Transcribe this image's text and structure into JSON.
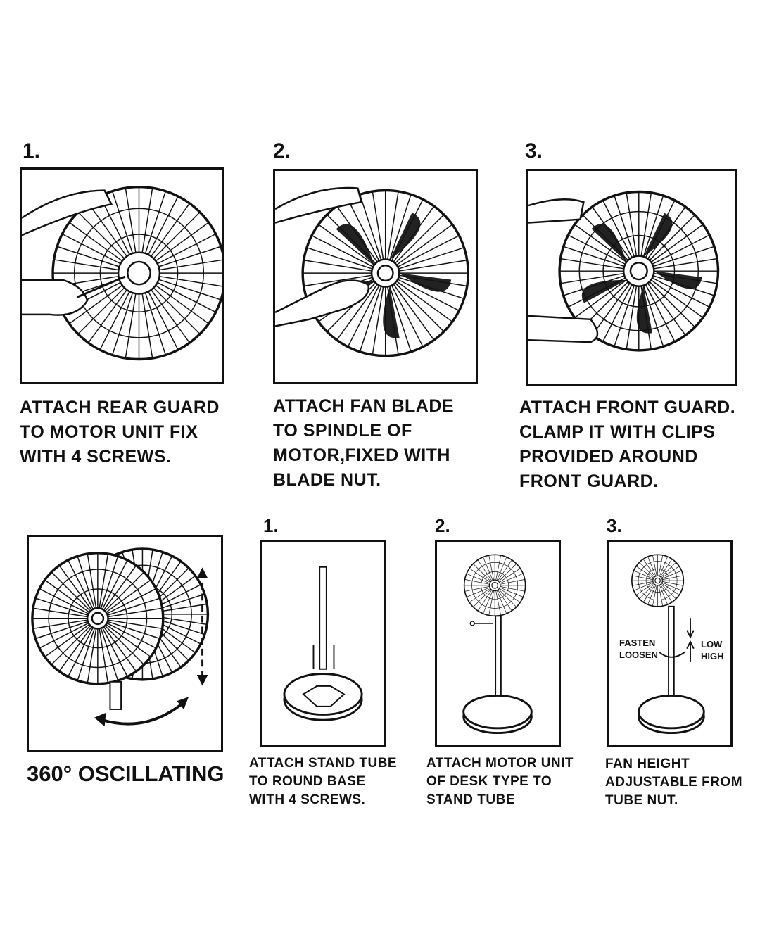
{
  "top_steps": [
    {
      "number": "1.",
      "caption": [
        "ATTACH REAR GUARD",
        "TO MOTOR UNIT FIX",
        "WITH 4 SCREWS."
      ]
    },
    {
      "number": "2.",
      "caption": [
        "ATTACH FAN BLADE",
        "TO SPINDLE OF",
        "MOTOR,FIXED WITH",
        "BLADE NUT."
      ]
    },
    {
      "number": "3.",
      "caption": [
        "ATTACH FRONT GUARD.",
        "CLAMP IT WITH CLIPS",
        "PROVIDED AROUND",
        "FRONT GUARD."
      ]
    }
  ],
  "oscillating": {
    "label": "360° OSCILLATING"
  },
  "bottom_steps": [
    {
      "number": "1.",
      "caption": [
        "ATTACH STAND TUBE",
        "TO ROUND BASE",
        "WITH 4 SCREWS."
      ]
    },
    {
      "number": "2.",
      "caption": [
        "ATTACH MOTOR UNIT",
        "OF DESK TYPE TO",
        "STAND TUBE"
      ]
    },
    {
      "number": "3.",
      "caption": [
        "FAN HEIGHT",
        "ADJUSTABLE FROM",
        "TUBE NUT."
      ],
      "labels": {
        "fasten": "FASTEN",
        "loosen": "LOOSEN",
        "low": "LOW",
        "high": "HIGH"
      }
    }
  ]
}
